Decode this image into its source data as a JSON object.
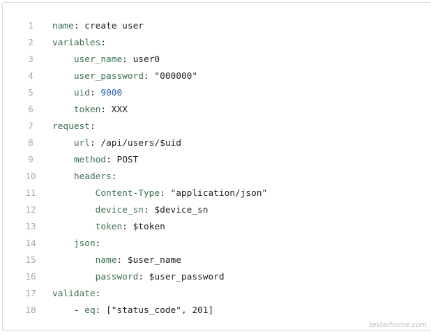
{
  "lines": [
    {
      "n": "1",
      "indent": "",
      "key": "name",
      "sep": ": ",
      "val": "create user",
      "type": "str"
    },
    {
      "n": "2",
      "indent": "",
      "key": "variables",
      "sep": ":",
      "val": "",
      "type": "str"
    },
    {
      "n": "3",
      "indent": "    ",
      "key": "user_name",
      "sep": ": ",
      "val": "user0",
      "type": "str"
    },
    {
      "n": "4",
      "indent": "    ",
      "key": "user_password",
      "sep": ": ",
      "val": "\"000000\"",
      "type": "str"
    },
    {
      "n": "5",
      "indent": "    ",
      "key": "uid",
      "sep": ": ",
      "val": "9000",
      "type": "num"
    },
    {
      "n": "6",
      "indent": "    ",
      "key": "token",
      "sep": ": ",
      "val": "XXX",
      "type": "str"
    },
    {
      "n": "7",
      "indent": "",
      "key": "request",
      "sep": ":",
      "val": "",
      "type": "str"
    },
    {
      "n": "8",
      "indent": "    ",
      "key": "url",
      "sep": ": ",
      "val": "/api/users/$uid",
      "type": "str"
    },
    {
      "n": "9",
      "indent": "    ",
      "key": "method",
      "sep": ": ",
      "val": "POST",
      "type": "str"
    },
    {
      "n": "10",
      "indent": "    ",
      "key": "headers",
      "sep": ":",
      "val": "",
      "type": "str"
    },
    {
      "n": "11",
      "indent": "        ",
      "key": "Content-Type",
      "sep": ": ",
      "val": "\"application/json\"",
      "type": "str"
    },
    {
      "n": "12",
      "indent": "        ",
      "key": "device_sn",
      "sep": ": ",
      "val": "$device_sn",
      "type": "str"
    },
    {
      "n": "13",
      "indent": "        ",
      "key": "token",
      "sep": ": ",
      "val": "$token",
      "type": "str"
    },
    {
      "n": "14",
      "indent": "    ",
      "key": "json",
      "sep": ":",
      "val": "",
      "type": "str"
    },
    {
      "n": "15",
      "indent": "        ",
      "key": "name",
      "sep": ": ",
      "val": "$user_name",
      "type": "str"
    },
    {
      "n": "16",
      "indent": "        ",
      "key": "password",
      "sep": ": ",
      "val": "$user_password",
      "type": "str"
    },
    {
      "n": "17",
      "indent": "",
      "key": "validate",
      "sep": ":",
      "val": "",
      "type": "str"
    },
    {
      "n": "18",
      "indent": "    - ",
      "key": "eq",
      "sep": ": ",
      "val": "[\"status_code\", 201]",
      "type": "str"
    }
  ],
  "watermark": "testerhome.com"
}
